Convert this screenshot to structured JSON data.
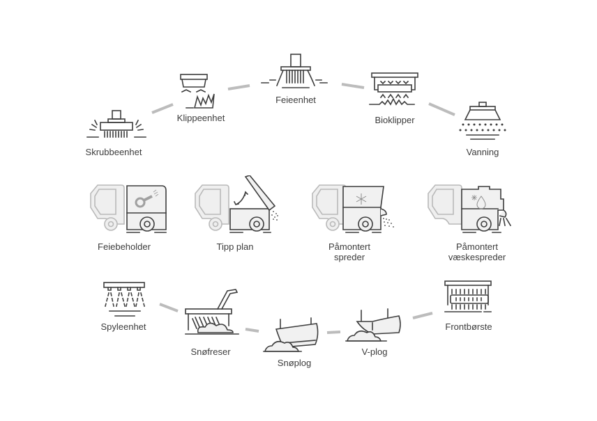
{
  "title": "Tilleggsutstyr",
  "items": {
    "skrubbeenhet": {
      "label": "Skrubbeenhet",
      "icon": "scrub-brush-icon"
    },
    "klippeenhet": {
      "label": "Klippeenhet",
      "icon": "grass-cutter-icon"
    },
    "feieenhet": {
      "label": "Feieenhet",
      "icon": "sweeper-brush-icon"
    },
    "bioklipper": {
      "label": "Bioklipper",
      "icon": "bio-cutter-icon"
    },
    "vanning": {
      "label": "Vanning",
      "icon": "watering-icon"
    },
    "feiebeholder": {
      "label": "Feiebeholder",
      "icon": "sweeper-truck-icon"
    },
    "tipp_plan": {
      "label": "Tipp plan",
      "icon": "tipper-truck-icon"
    },
    "pamontert_spreder": {
      "label_line1": "Påmontert",
      "label_line2": "spreder",
      "icon": "spreader-truck-icon"
    },
    "pamontert_vaeskespreder": {
      "label_line1": "Påmontert",
      "label_line2": "væskespreder",
      "icon": "liquid-spreader-truck-icon"
    },
    "spyleenhet": {
      "label": "Spyleenhet",
      "icon": "washer-icon"
    },
    "snofreser": {
      "label": "Snøfreser",
      "icon": "snow-blower-icon"
    },
    "snoplog": {
      "label": "Snøplog",
      "icon": "snow-plow-icon"
    },
    "v_plog": {
      "label": "V-plog",
      "icon": "v-plow-icon"
    },
    "frontborste": {
      "label": "Frontbørste",
      "icon": "front-brush-icon"
    }
  },
  "colors": {
    "line": "#3d3d3d",
    "connector": "#bcbcbc",
    "truck_cab": "#b9b9b9",
    "fill": "#f0f0f0"
  }
}
